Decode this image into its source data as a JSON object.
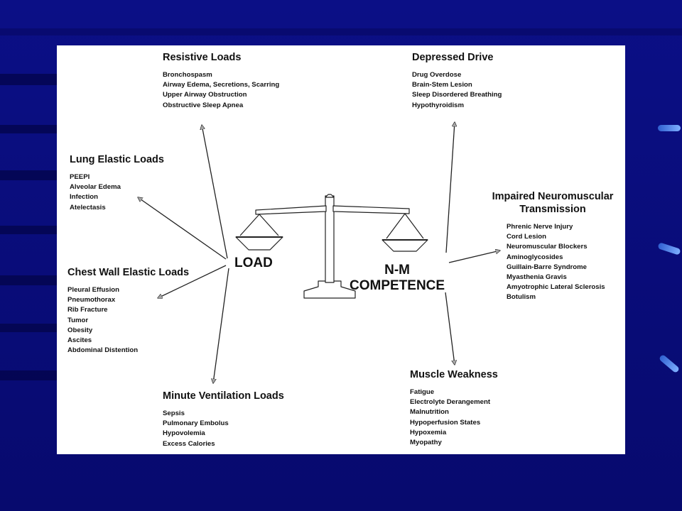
{
  "diagram": {
    "center_left_label": "LOAD",
    "center_right_label_line1": "N-M",
    "center_right_label_line2": "COMPETENCE",
    "groups": {
      "resistive_loads": {
        "title": "Resistive Loads",
        "items": [
          "Bronchospasm",
          "Airway Edema, Secretions, Scarring",
          "Upper Airway Obstruction",
          "Obstructive Sleep Apnea"
        ]
      },
      "lung_elastic_loads": {
        "title": "Lung Elastic Loads",
        "items": [
          "PEEPI",
          "Alveolar Edema",
          "Infection",
          "Atelectasis"
        ]
      },
      "chest_wall_elastic_loads": {
        "title": "Chest Wall Elastic Loads",
        "items": [
          "Pleural Effusion",
          "Pneumothorax",
          "Rib Fracture",
          "Tumor",
          "Obesity",
          "Ascites",
          "Abdominal Distention"
        ]
      },
      "minute_ventilation_loads": {
        "title": "Minute Ventilation Loads",
        "items": [
          "Sepsis",
          "Pulmonary Embolus",
          "Hypovolemia",
          "Excess Calories"
        ]
      },
      "depressed_drive": {
        "title": "Depressed Drive",
        "items": [
          "Drug Overdose",
          "Brain-Stem Lesion",
          "Sleep Disordered Breathing",
          "Hypothyroidism"
        ]
      },
      "impaired_transmission": {
        "title_line1": "Impaired Neuromuscular",
        "title_line2": "Transmission",
        "items": [
          "Phrenic Nerve Injury",
          "Cord Lesion",
          "Neuromuscular Blockers",
          "Aminoglycosides",
          "Guillain-Barre Syndrome",
          "Myasthenia Gravis",
          "Amyotrophic Lateral Sclerosis",
          "Botulism"
        ]
      },
      "muscle_weakness": {
        "title": "Muscle Weakness",
        "items": [
          "Fatigue",
          "Electrolyte Derangement",
          "Malnutrition",
          "Hypoperfusion States",
          "Hypoxemia",
          "Myopathy"
        ]
      }
    },
    "colors": {
      "background": "#0b0f86",
      "panel": "#ffffff",
      "arrow_fill": "#a6a6a6",
      "stroke": "#222222"
    }
  }
}
